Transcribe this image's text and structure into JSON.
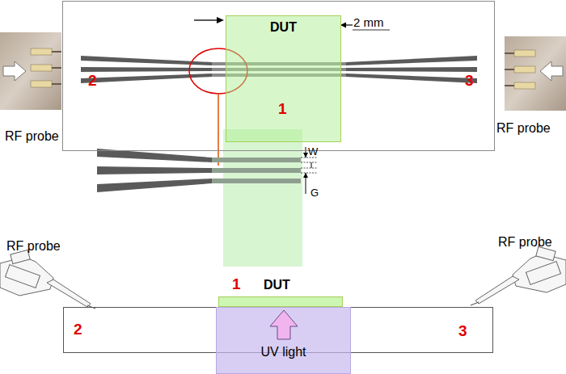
{
  "diagram": {
    "nodes": [
      {
        "text": [
          "2",
          "3"
        ]
      },
      {
        "text": [
          "DUT",
          "1"
        ],
        "in": 0
      },
      {
        "text": [
          "1",
          "DUT"
        ]
      },
      {
        "text": [
          "2",
          "3"
        ]
      },
      {
        "text": [
          "UV light"
        ]
      }
    ],
    "labels": [
      "2 mm",
      "RF probe",
      "RF probe",
      "W",
      "G",
      "RF probe",
      "RF probe"
    ]
  }
}
